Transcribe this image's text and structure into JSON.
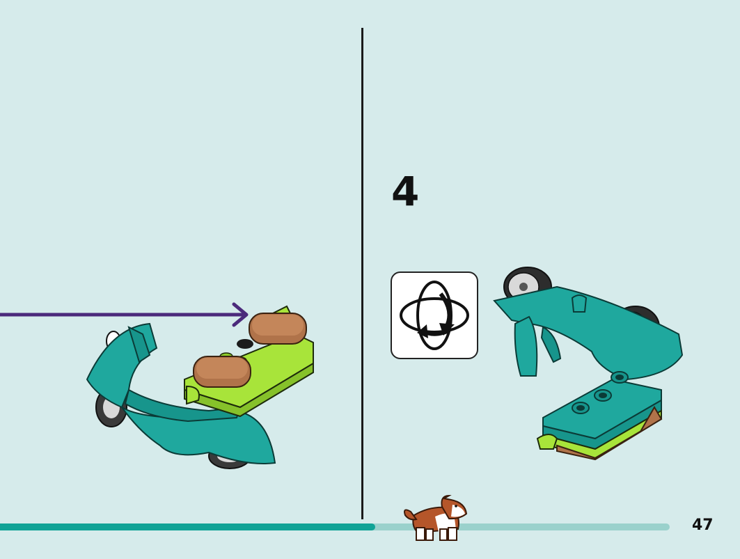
{
  "step": {
    "number": "4"
  },
  "footer": {
    "page_number": "47"
  },
  "progress": {
    "fraction": 0.56
  },
  "icons": {
    "rotate": "rotate-model-icon",
    "mascot": "corgi-dog-icon",
    "arrow": "placement-arrow-icon"
  },
  "colors": {
    "background": "#d6ebeb",
    "teal": "#1fa89e",
    "lime": "#a8e43a",
    "brown": "#b0734a",
    "arrow": "#4b2a7b",
    "progress_fill": "#10a396",
    "progress_track": "#9ad1cc"
  }
}
